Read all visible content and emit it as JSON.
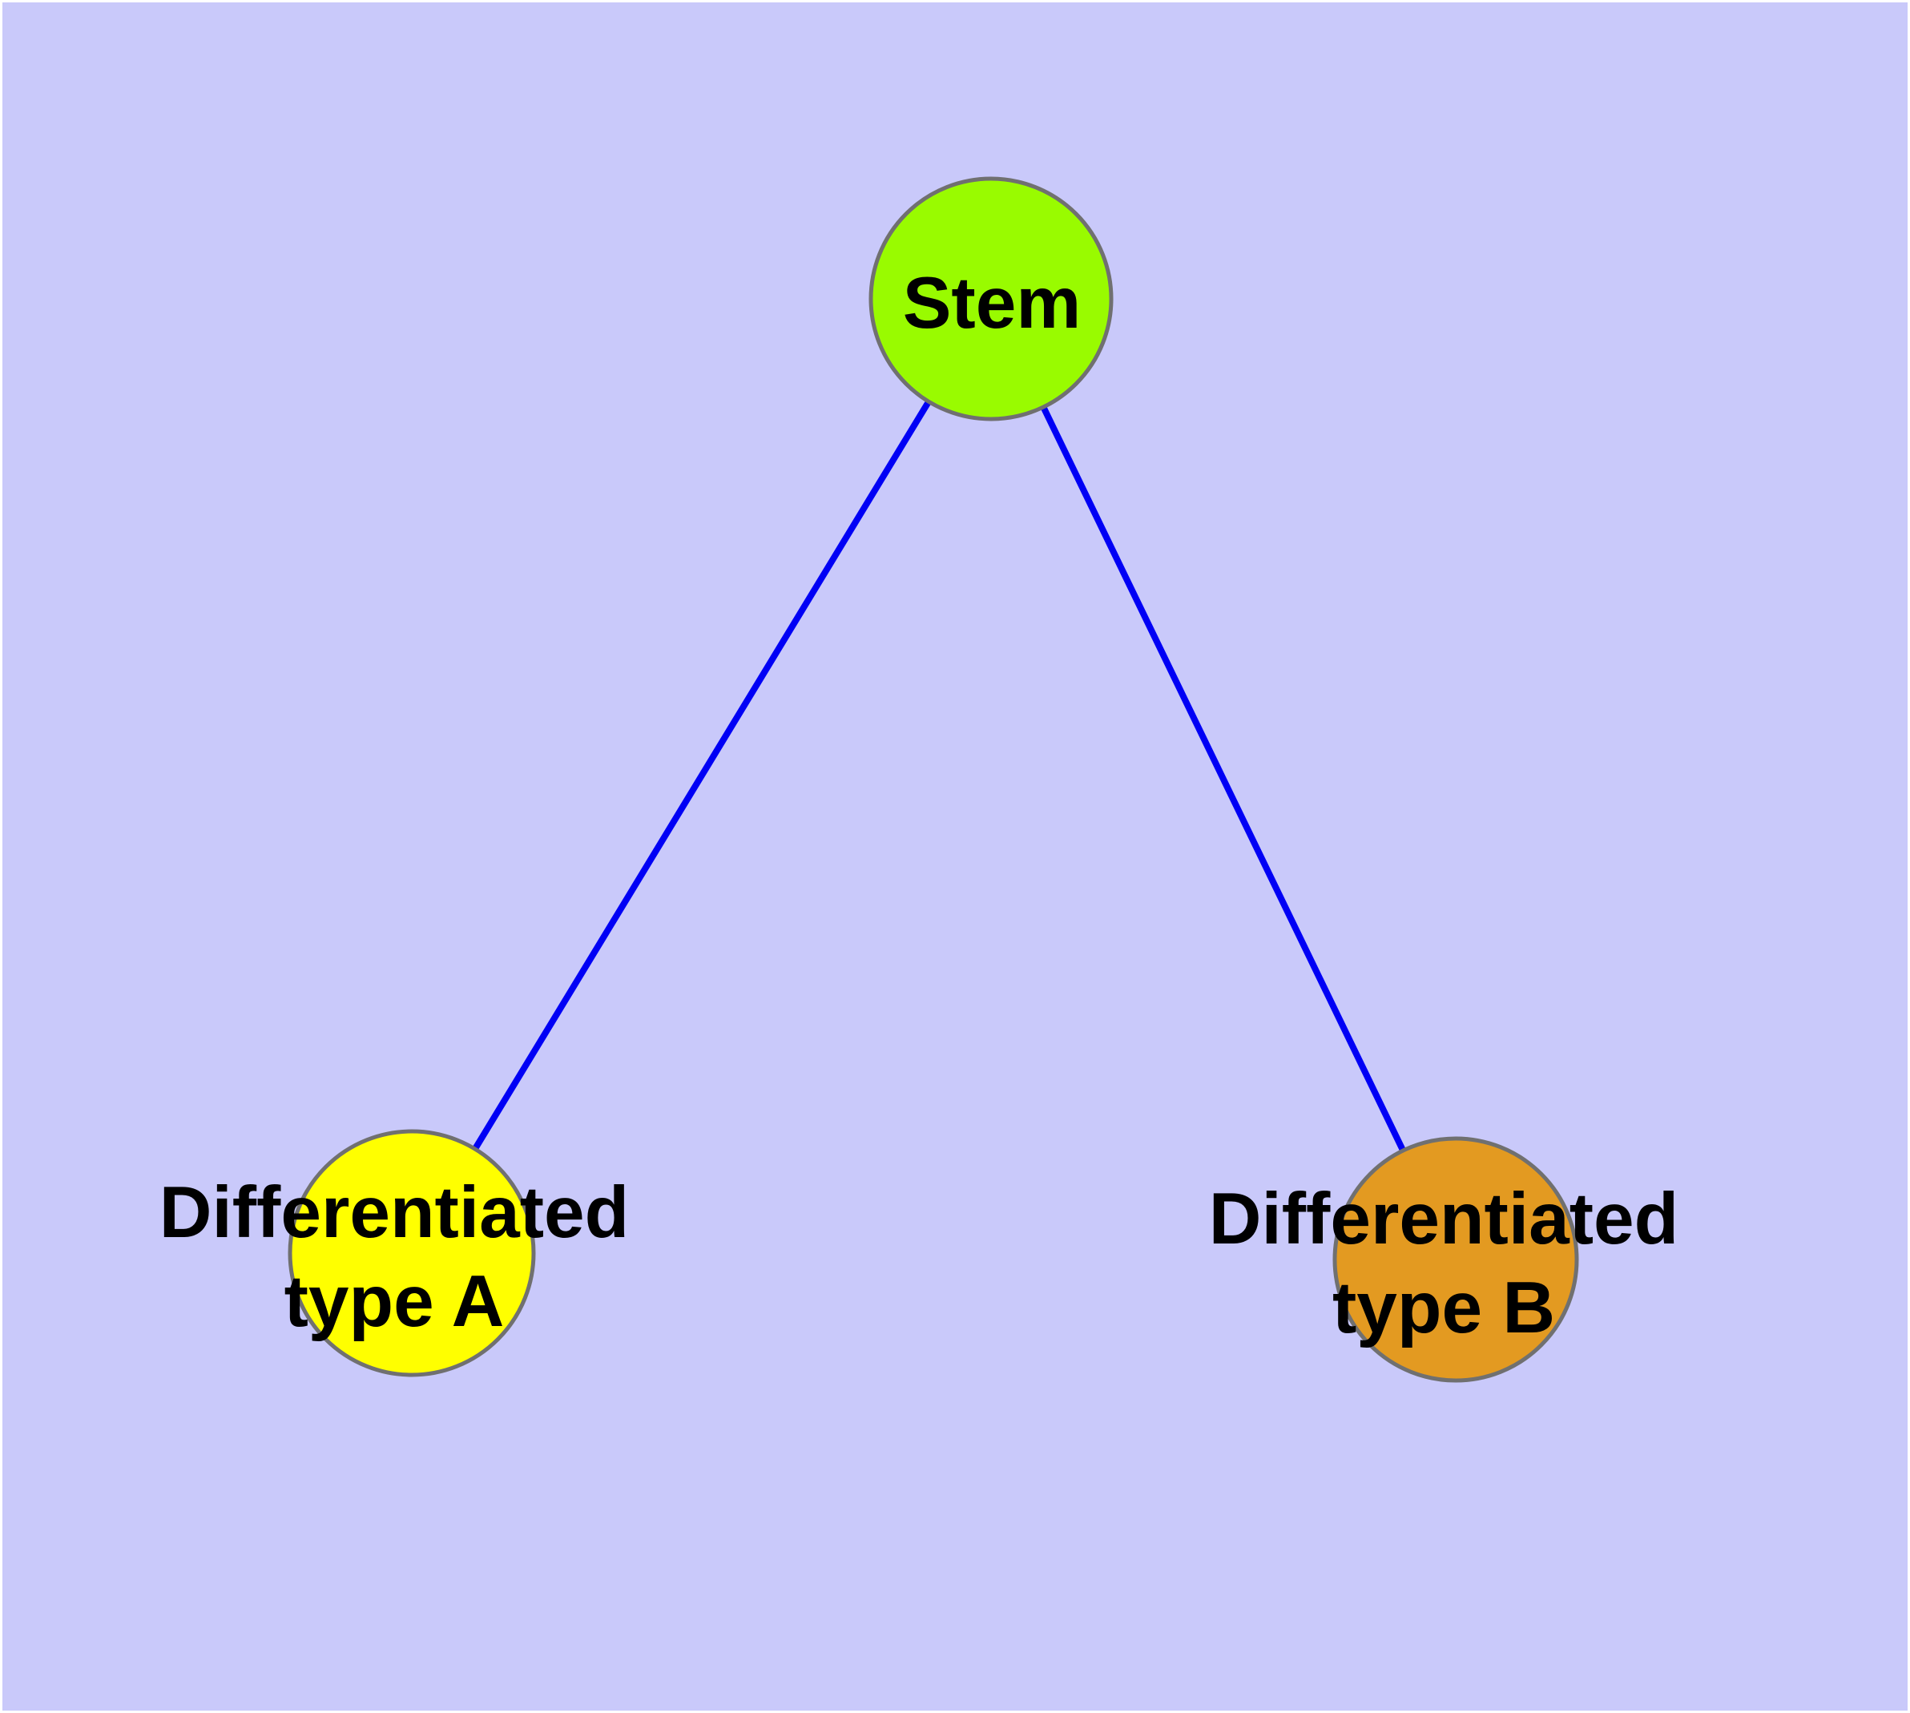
{
  "diagram": {
    "background_color": "#C9C9FA",
    "frame_color": "#FFFFFF",
    "text_color": "#000000",
    "edge_color": "#0000F5",
    "node_border_color": "#707070",
    "nodes": {
      "stem": {
        "label": "Stem",
        "fill": "#99FB00"
      },
      "type_a": {
        "label_line1": "Differentiated",
        "label_line2": "type A",
        "fill": "#FFFF00"
      },
      "type_b": {
        "label_line1": "Differentiated",
        "label_line2": "type B",
        "fill": "#E39A21"
      }
    },
    "edges": [
      {
        "from": "stem",
        "to": "type_a"
      },
      {
        "from": "stem",
        "to": "type_b"
      }
    ]
  }
}
